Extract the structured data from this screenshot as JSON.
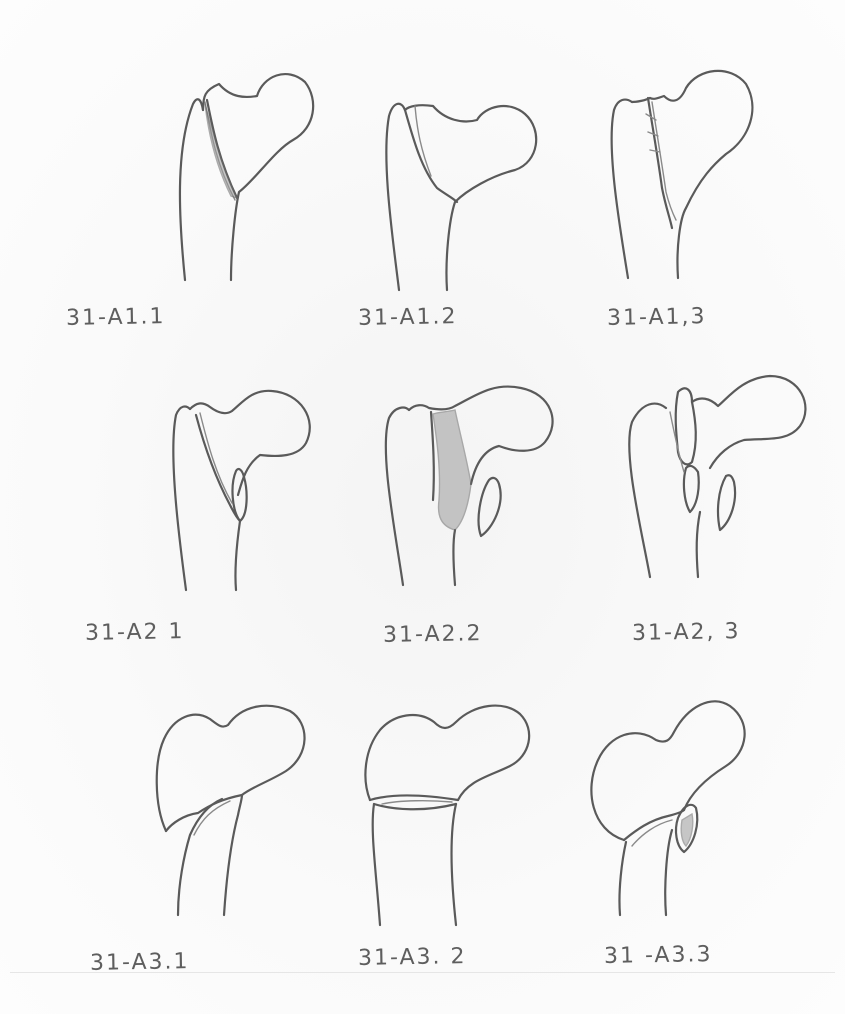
{
  "labels": {
    "a1_1": "31-A1.1",
    "a1_2": "31-A1.2",
    "a1_3": "31-A1,3",
    "a2_1": "31-A2 1",
    "a2_2": "31-A2.2",
    "a2_3": "31-A2, 3",
    "a3_1": "31-A3.1",
    "a3_2": "31-A3. 2",
    "a3_3": "31 -A3.3"
  }
}
